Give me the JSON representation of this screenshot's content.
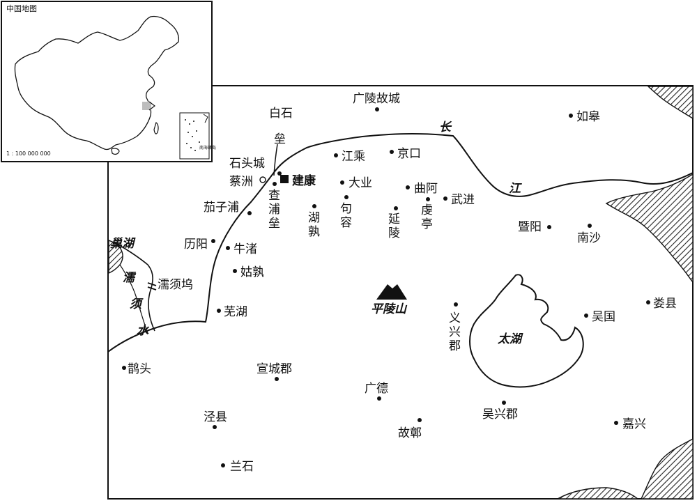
{
  "inset": {
    "title": "中国地图",
    "scale": "1 : 100 000 000",
    "south_sea_label": "南海诸岛"
  },
  "rivers": {
    "changjiang_char1": "长",
    "changjiang_char2": "江",
    "ruxu_char1": "濡",
    "ruxu_char2": "须",
    "ruxu_char3": "水",
    "chaohu": "巢湖"
  },
  "lakes": {
    "taihu": "太湖"
  },
  "mountains": {
    "pinglingshan": "平陵山"
  },
  "places": {
    "guangling": "广陵故城",
    "rugao": "如皋",
    "baishilei_1": "白石",
    "baishilei_2": "垒",
    "shitoucheng": "石头城",
    "jiangcheng": "江乘",
    "jingkou": "京口",
    "caizhou": "蔡洲",
    "jiankang": "建康",
    "daye": "大业",
    "qua": "曲阿",
    "wujin": "武进",
    "chapulei_1": "查",
    "chapulei_2": "浦",
    "chapulei_3": "垒",
    "juzi_1": "句",
    "juzi_2": "容",
    "yanling_1": "延",
    "yanling_2": "陵",
    "lingting_1": "虔",
    "lingting_2": "亭",
    "hushu_1": "湖",
    "hushu_2": "孰",
    "qiezipu": "茄子浦",
    "jiyang": "暨阳",
    "nansha": "南沙",
    "liyang": "历阳",
    "niuzhu": "牛渚",
    "gushu": "姑孰",
    "ruxuwu": "濡须坞",
    "yixing_1": "义",
    "yixing_2": "兴",
    "yixing_3": "郡",
    "louxian": "娄县",
    "wuhu": "芜湖",
    "wuguo": "吴国",
    "quetou": "鹊头",
    "xuanchengjun": "宣城郡",
    "guangde": "广德",
    "wuxingjun": "吴兴郡",
    "jingxian": "泾县",
    "gubu": "故鄣",
    "jiaxing": "嘉兴",
    "lanshi": "兰石"
  }
}
